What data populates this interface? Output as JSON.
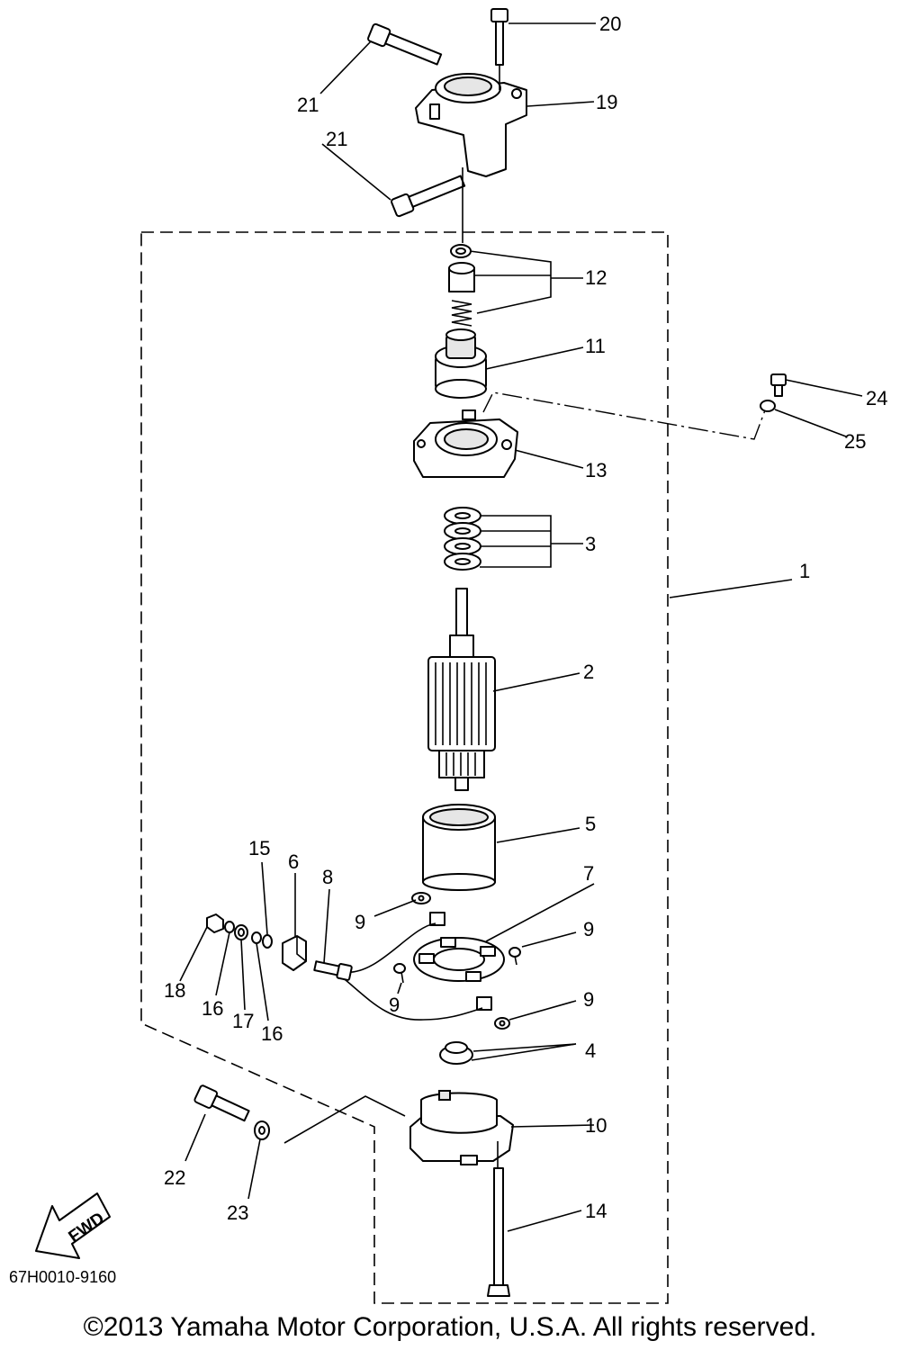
{
  "labels": {
    "p1": "1",
    "p2": "2",
    "p3": "3",
    "p4": "4",
    "p5": "5",
    "p6": "6",
    "p7": "7",
    "p8": "8",
    "p9a": "9",
    "p9b": "9",
    "p9c": "9",
    "p9d": "9",
    "p10": "10",
    "p11": "11",
    "p12": "12",
    "p13": "13",
    "p14": "14",
    "p15": "15",
    "p16a": "16",
    "p16b": "16",
    "p17": "17",
    "p18": "18",
    "p19": "19",
    "p20": "20",
    "p21a": "21",
    "p21b": "21",
    "p22": "22",
    "p23": "23",
    "p24": "24",
    "p25": "25"
  },
  "fwd_label": "FWD",
  "drawing_code": "67H0010-9160",
  "copyright": "©2013 Yamaha Motor Corporation, U.S.A. All rights reserved."
}
